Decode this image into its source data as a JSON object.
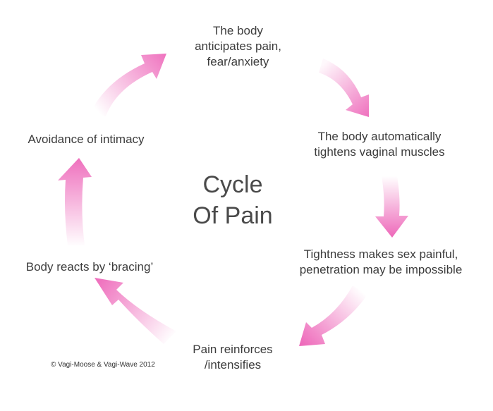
{
  "diagram": {
    "title": "Cycle\nOf Pain",
    "accent_color": "#ee6bbb",
    "steps": [
      {
        "id": "anticipate",
        "label": "The body\nanticipates pain,\nfear/anxiety"
      },
      {
        "id": "tighten",
        "label": "The body automatically\ntightens vaginal muscles"
      },
      {
        "id": "painful",
        "label": "Tightness makes sex painful,\npenetration may be impossible"
      },
      {
        "id": "reinforce",
        "label": "Pain reinforces\n/intensifies"
      },
      {
        "id": "bracing",
        "label": "Body reacts by ‘bracing’"
      },
      {
        "id": "avoidance",
        "label": "Avoidance of intimacy"
      }
    ],
    "arrows": [
      {
        "from": "avoidance",
        "to": "anticipate",
        "icon": "curved-arrow-icon"
      },
      {
        "from": "anticipate",
        "to": "tighten",
        "icon": "curved-arrow-icon"
      },
      {
        "from": "tighten",
        "to": "painful",
        "icon": "curved-arrow-icon"
      },
      {
        "from": "painful",
        "to": "reinforce",
        "icon": "curved-arrow-icon"
      },
      {
        "from": "reinforce",
        "to": "bracing",
        "icon": "curved-arrow-icon"
      },
      {
        "from": "bracing",
        "to": "avoidance",
        "icon": "curved-arrow-icon"
      }
    ],
    "copyright": "© Vagi-Moose & Vagi-Wave 2012"
  }
}
